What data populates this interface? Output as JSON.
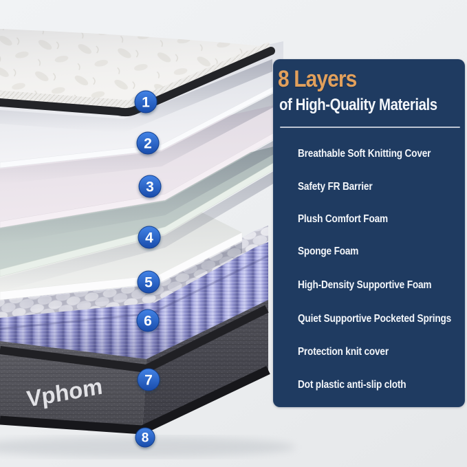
{
  "panel": {
    "title": "8 Layers",
    "subtitle": "of High-Quality Materials",
    "items": [
      "Breathable Soft Knitting Cover",
      "Safety FR Barrier",
      "Plush Comfort Foam",
      "Sponge Foam",
      "High-Density Supportive Foam",
      "Quiet Supportive Pocketed Springs",
      "Protection knit cover",
      "Dot plastic anti-slip cloth"
    ]
  },
  "mattress": {
    "brand": "Vphom",
    "badges": [
      "1",
      "2",
      "3",
      "4",
      "5",
      "6",
      "7",
      "8"
    ]
  },
  "colors": {
    "background": "#edeff1",
    "panel_bg": "#1f3b61",
    "title_orange": "#e2a05c",
    "text_white": "#f3f6fa",
    "divider": "#d9dee7",
    "badge_blue": "#2565c8",
    "springs_purple": "#9a9ce0",
    "base_gray": "#55555b",
    "quilt_white": "#f4f3f1"
  }
}
